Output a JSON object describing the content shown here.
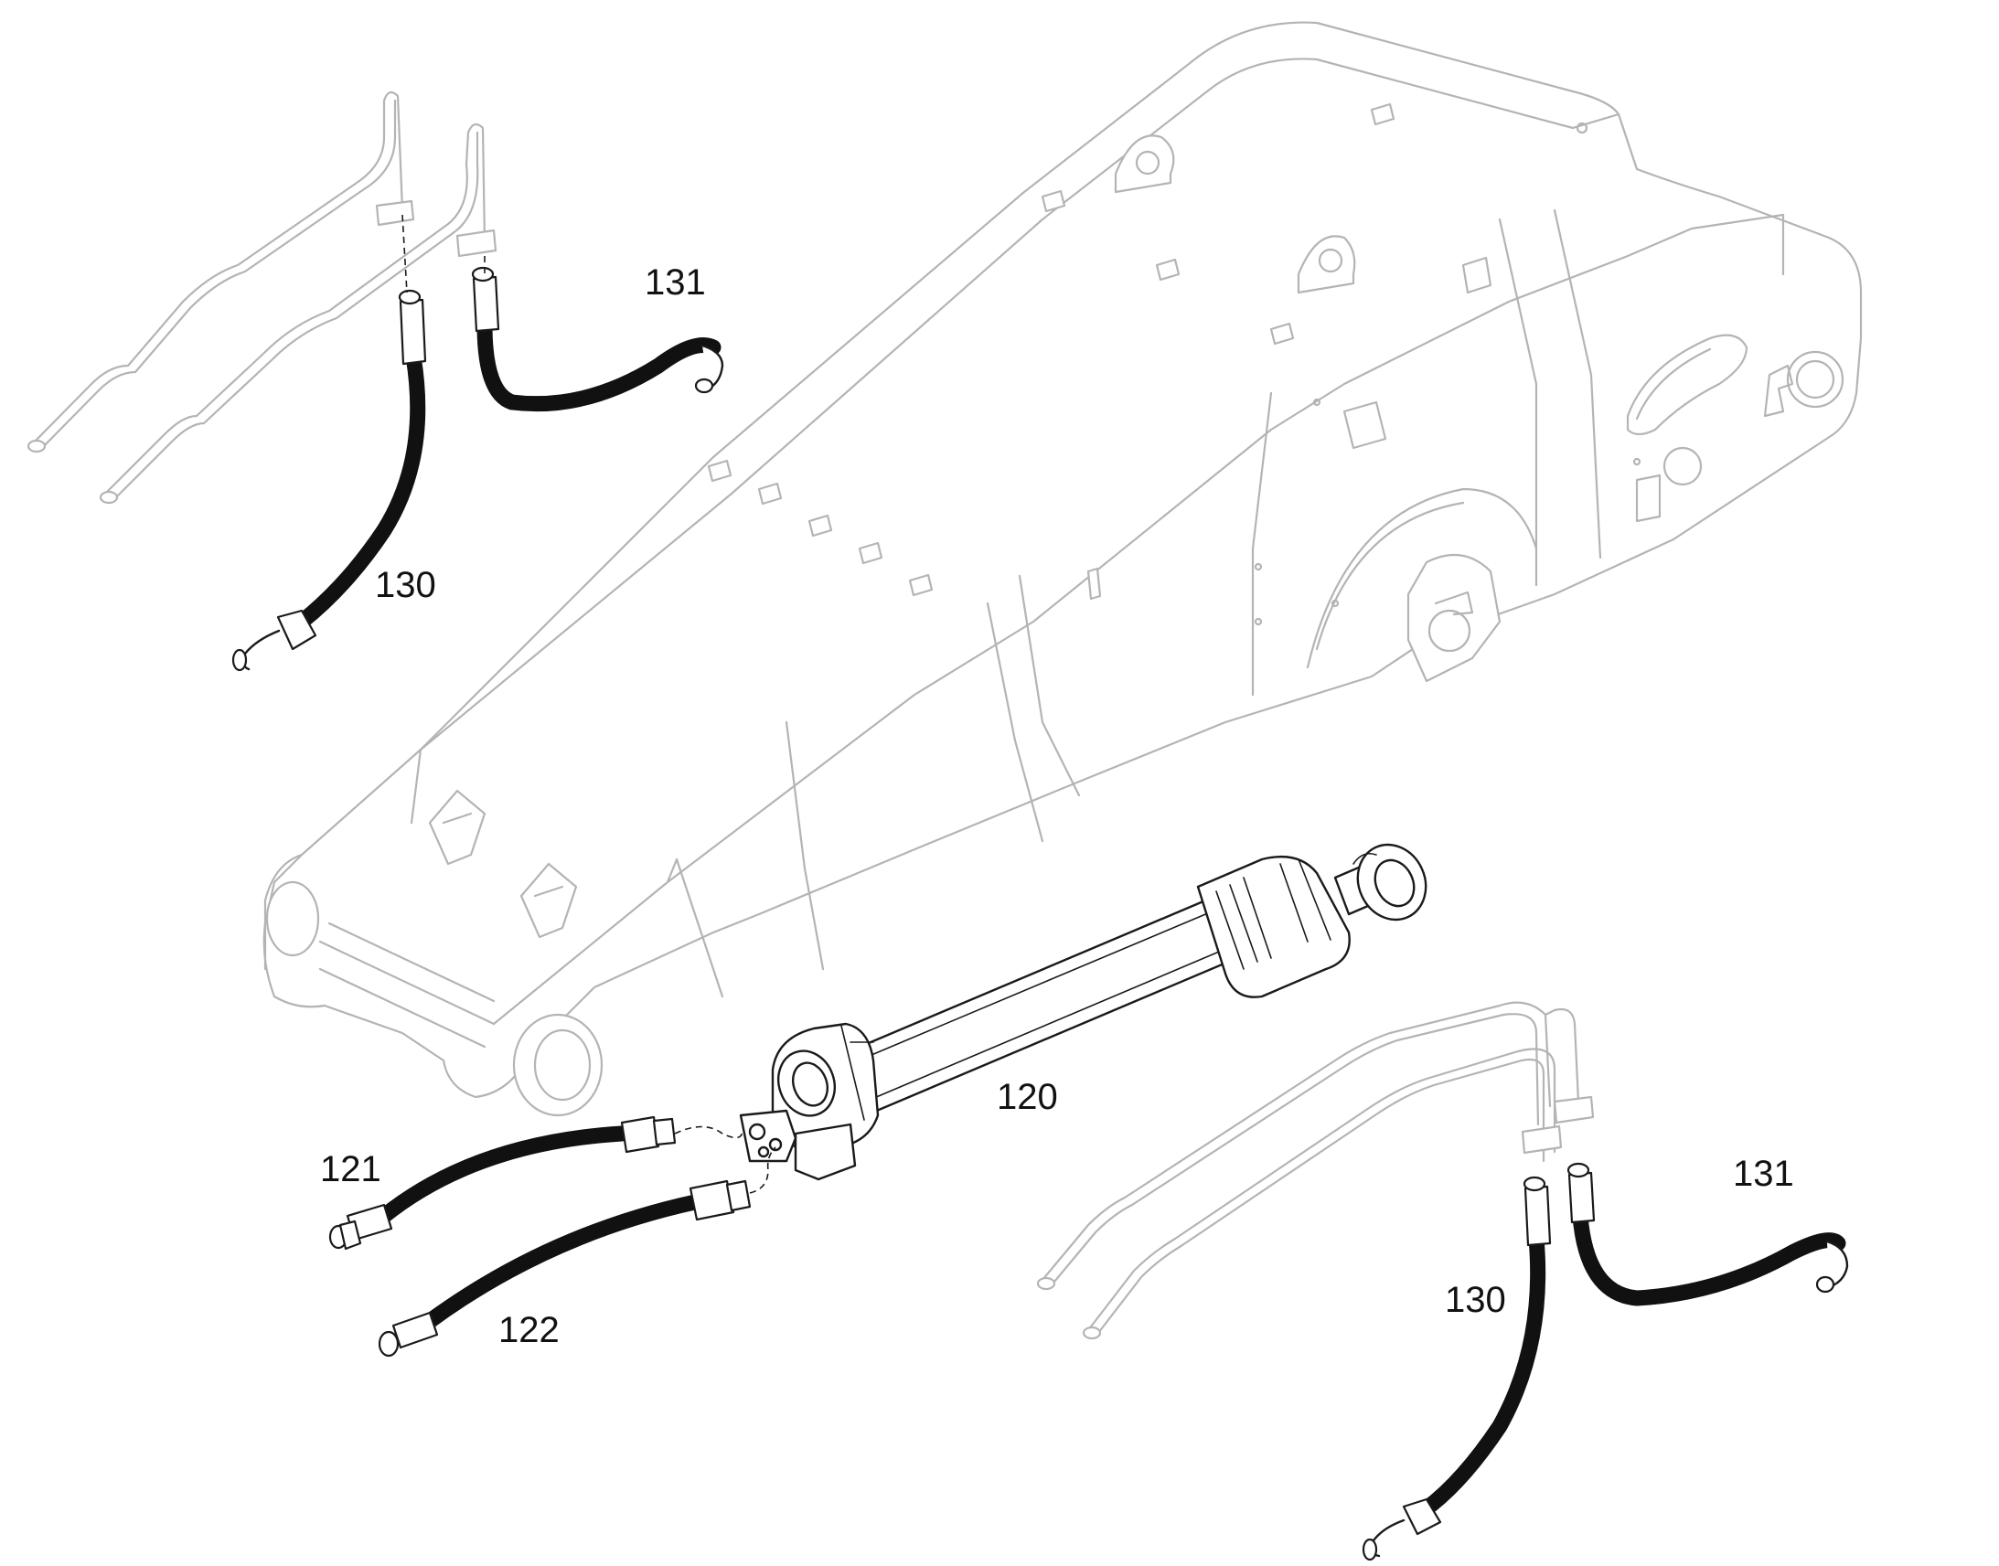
{
  "callouts": {
    "hose_130_upper": "130",
    "hose_131_upper": "131",
    "cylinder_120": "120",
    "hose_121": "121",
    "hose_122": "122",
    "hose_130_lower": "130",
    "hose_131_lower": "131"
  },
  "colors": {
    "ghost_outline": "#b4b4b4",
    "part_outline": "#1a1a1a",
    "hose": "#111111",
    "background": "#ffffff"
  }
}
